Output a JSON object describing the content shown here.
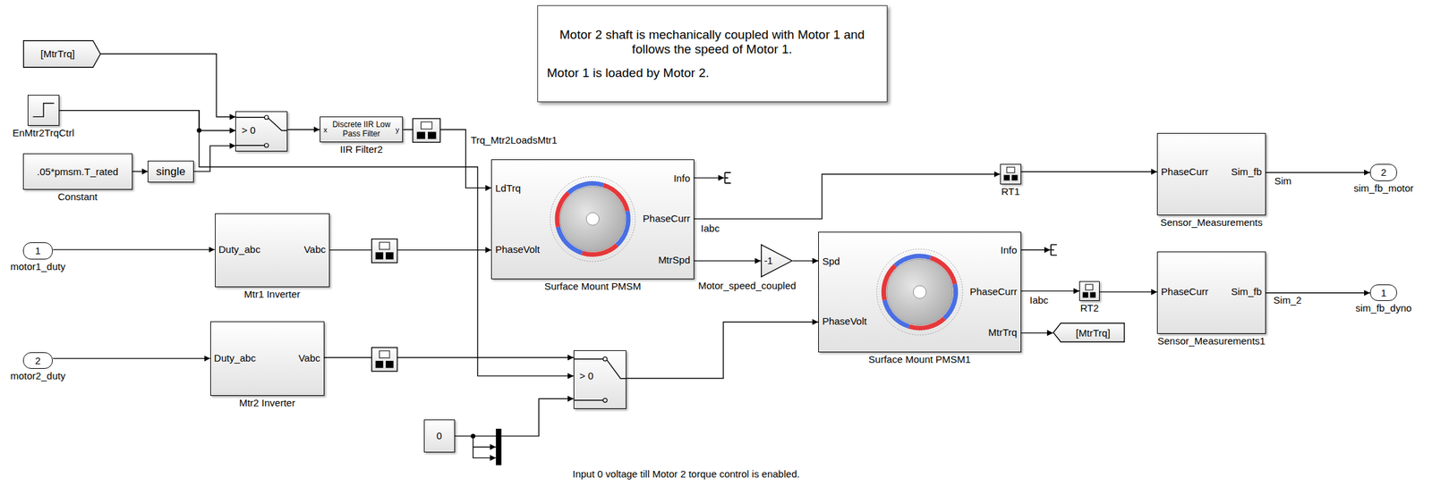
{
  "diagram": {
    "nodes": [
      {
        "text": [
          "[MtrTrq]"
        ]
      },
      {
        "text": [
          "Motor 2 shaft is mechanically coupled with Motor 1 and follows the speed of Motor 1.",
          "Motor 1 is loaded by Motor 2."
        ]
      },
      {
        "text": [
          "EnMtr2TrqCtrl"
        ]
      },
      {
        "text": [
          ".05*pmsm.T_rated",
          "Constant"
        ]
      },
      {
        "text": [
          "single"
        ]
      },
      {
        "text": [
          "> 0"
        ]
      },
      {
        "text": [
          "Discrete IIR Low Pass Filter",
          "x",
          "y",
          "IIR Filter2"
        ]
      },
      {
        "text": [
          "LdTrq",
          "PhaseVolt",
          "Info",
          "PhaseCurr",
          "MtrSpd",
          "Surface Mount PMSM"
        ]
      },
      {
        "text": [
          "RT1"
        ]
      },
      {
        "text": [
          "PhaseCurr",
          "Sim_fb",
          "Sensor_Measurements"
        ]
      },
      {
        "text": [
          "2",
          "sim_fb_motor"
        ]
      },
      {
        "text": [
          "1",
          "motor1_duty"
        ]
      },
      {
        "text": [
          "Duty_abc",
          "Vabc",
          "Mtr1 Inverter"
        ]
      },
      {
        "text": [
          "-1"
        ]
      },
      {
        "text": [
          "Spd",
          "PhaseVolt",
          "Info",
          "PhaseCurr",
          "MtrTrq",
          "Surface Mount PMSM1"
        ]
      },
      {
        "text": [
          "RT2"
        ]
      },
      {
        "text": [
          "PhaseCurr",
          "Sim_fb",
          "Sensor_Measurements1"
        ]
      },
      {
        "text": [
          "1",
          "sim_fb_dyno"
        ]
      },
      {
        "text": [
          "[MtrTrq]"
        ]
      },
      {
        "text": [
          "2",
          "motor2_duty"
        ]
      },
      {
        "text": [
          "Duty_abc",
          "Vabc",
          "Mtr2 Inverter"
        ]
      },
      {
        "text": [
          "> 0"
        ]
      },
      {
        "text": [
          "0"
        ]
      }
    ],
    "edges": [
      {
        "from": 0,
        "to": 5,
        "arrow": "to"
      },
      {
        "from": 2,
        "to": 5,
        "arrow": "to"
      },
      {
        "from": 2,
        "to": 21,
        "arrow": "to"
      },
      {
        "from": 3,
        "to": 4,
        "arrow": "to"
      },
      {
        "from": 4,
        "to": 5,
        "arrow": "to"
      },
      {
        "from": 5,
        "to": 6,
        "arrow": "to"
      },
      {
        "from": 6,
        "to": 7,
        "label": "Trq_Mtr2LoadsMtr1",
        "arrow": "to"
      },
      {
        "from": 11,
        "to": 12,
        "arrow": "to"
      },
      {
        "from": 12,
        "to": 7,
        "arrow": "to"
      },
      {
        "from": 7,
        "to": 8,
        "label": "Iabc",
        "arrow": "to"
      },
      {
        "from": 8,
        "to": 9,
        "arrow": "to"
      },
      {
        "from": 9,
        "to": 10,
        "label": "Sim",
        "arrow": "to"
      },
      {
        "from": 7,
        "to": 13,
        "label": "Motor_speed_coupled",
        "arrow": "to"
      },
      {
        "from": 13,
        "to": 14,
        "arrow": "to"
      },
      {
        "from": 14,
        "to": 15,
        "label": "Iabc",
        "arrow": "to"
      },
      {
        "from": 15,
        "to": 16,
        "arrow": "to"
      },
      {
        "from": 16,
        "to": 17,
        "label": "Sim_2",
        "arrow": "to"
      },
      {
        "from": 14,
        "to": 18,
        "arrow": "to"
      },
      {
        "from": 19,
        "to": 20,
        "arrow": "to"
      },
      {
        "from": 20,
        "to": 21,
        "arrow": "to"
      },
      {
        "from": 22,
        "to": 21,
        "arrow": "to"
      },
      {
        "from": 21,
        "to": 14,
        "arrow": "to"
      }
    ],
    "labels": [
      "Input 0 voltage till Motor 2 torque control is enabled."
    ]
  }
}
